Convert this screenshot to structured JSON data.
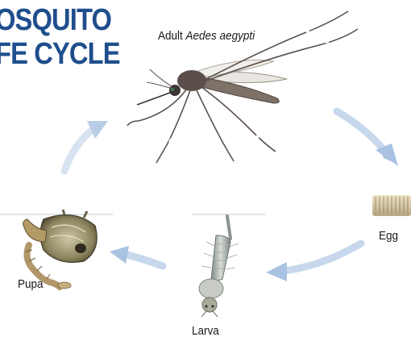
{
  "title": {
    "line1": "OSQUITO",
    "line2": "FE CYCLE"
  },
  "stages": {
    "adult": {
      "prefix": "Adult ",
      "species": "Aedes aegypti"
    },
    "egg": "Egg",
    "larva": "Larva",
    "pupa": "Pupa"
  },
  "colors": {
    "title": "#1f4e8c",
    "arrow": "#b9cde6"
  }
}
